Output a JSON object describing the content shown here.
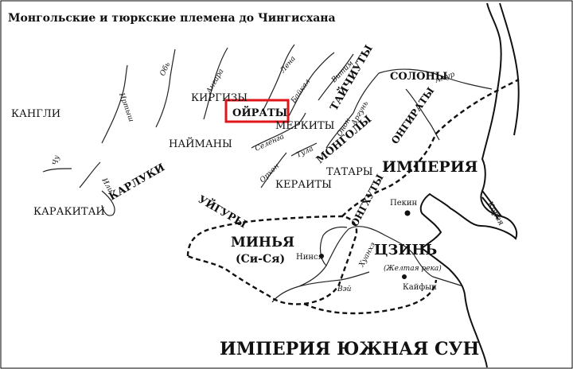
{
  "title": "Монгольские и тюркские племена до Чингисхана",
  "highlight_color": "#e0161b",
  "tribes": {
    "kangli": "КАНГЛИ",
    "kirgizy": "КИРГИЗЫ",
    "oiraty": "ОЙРАТЫ",
    "taichiuty": "ТАЙЧИУТЫ",
    "solony": "СОЛОНЫ",
    "merkity": "МЕРКИТЫ",
    "naimany": "НАЙМАНЫ",
    "mongoly": "МОНГОЛЫ",
    "ongiraty": "ОНГИРАТЫ",
    "tatary": "ТАТАРЫ",
    "keraity": "КЕРАИТЫ",
    "karluki": "КАРЛУКИ",
    "karakitai": "КАРАКИТАИ",
    "uigury": "УЙГУРЫ",
    "ongkhuty": "ОНГХУТЫ"
  },
  "states": {
    "imperia": "ИМПЕРИЯ",
    "minia": "МИНЬЯ",
    "minia_alt": "(Си-Ся)",
    "tszin": "ЦЗИНЬ",
    "south": "ИМПЕРИЯ ЮЖНАЯ СУН"
  },
  "cities": {
    "pekin": "Пекин",
    "ninsia": "Нинся",
    "kaifyn": "Кайфын"
  },
  "rivers": {
    "lena": "Лена",
    "angara": "Ангара",
    "ob": "Обь",
    "irtysh": "Иртыш",
    "baikal": "Байкал",
    "vitim": "Витим",
    "amur": "Амур",
    "onon": "Онон",
    "argun": "Аргунь",
    "selenga": "Селенга",
    "tula": "Тула",
    "orkhon": "Орхон",
    "ili": "Или",
    "chu": "Чу",
    "khuankhe": "Хуанхэ",
    "zheltaya": "(Желтая река)",
    "vei": "Вэй"
  },
  "regions": {
    "koreya": "Корея"
  }
}
